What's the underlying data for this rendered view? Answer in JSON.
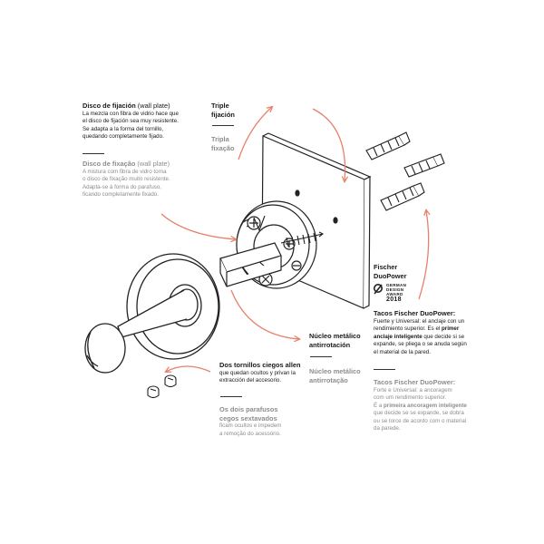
{
  "wall_plate": {
    "es": {
      "title_bold": "Disco de fijación",
      "title_light": "(wall plate)",
      "lines": [
        "La mezcla con fibra de vidrio hace que",
        "el disco de fijación sea muy resistente.",
        "Se adapta a la forma del tornillo,",
        "quedando completamente fijado."
      ]
    },
    "pt": {
      "title_bold": "Disco de fixação",
      "title_light": "(wall plate)",
      "lines": [
        "A mistura com fibra de vidro torna",
        "o disco de fixação muito resistente.",
        "Adapta-se à forma do parafuso,",
        "ficando completamente fixado."
      ]
    }
  },
  "triple": {
    "es": [
      "Triple",
      "fijación"
    ],
    "pt": [
      "Tripla",
      "fixação"
    ]
  },
  "core": {
    "es": [
      "Núcleo metálico",
      "antirrotación"
    ],
    "pt": [
      "Núcleo metálico",
      "antirrotação"
    ]
  },
  "allen": {
    "es": {
      "title": "Dos tornillos ciegos allen",
      "lines": [
        "que quedan ocultos y privan la",
        "extracción del accesorio."
      ]
    },
    "pt": {
      "title_lines": [
        "Os dois parafusos",
        "cegos sextavados"
      ],
      "lines": [
        "ficam ocultos e impedem",
        "a remoção do acessório."
      ]
    }
  },
  "fischer": {
    "name": [
      "Fischer",
      "DuoPower"
    ],
    "award": [
      "GERMAN",
      "DESIGN",
      "AWARD",
      "2018"
    ]
  },
  "tacos": {
    "es": {
      "title": "Tacos Fischer DuoPower:",
      "l1": "Fuerte y Universal: el anclaje con un",
      "l2": "rendimiento superior. Es el",
      "l2b": "primer",
      "l3b": "anclaje inteligente",
      "l3": " que decide si se",
      "l4": "expande, se pliega o se anuda según",
      "l5": "el material de la pared."
    },
    "pt": {
      "title": "Tacos Fischer DuoPower:",
      "l1": "Forte e Universal: a ancoragem",
      "l2": "com um rendimento superior.",
      "l3a": "É a ",
      "l3b": "primeira ancoragem inteligente",
      "l4": "que decide se se expande, se dobra",
      "l5": "ou se torce de acordo com o material",
      "l6": "da parede."
    }
  },
  "colors": {
    "text": "#1a1a1a",
    "muted": "#8d8d8d",
    "arrow": "#e8806a",
    "line": "#222222"
  }
}
